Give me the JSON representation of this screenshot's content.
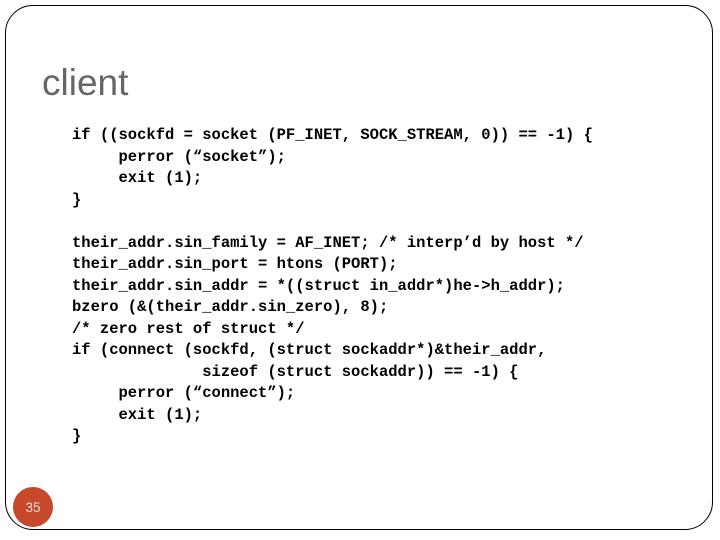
{
  "slide": {
    "title": "client",
    "page_number": "35",
    "code_lines": [
      "if ((sockfd = socket (PF_INET, SOCK_STREAM, 0)) == -1) {",
      "     perror (“socket”);",
      "     exit (1);",
      "}",
      "",
      "their_addr.sin_family = AF_INET; /* interp’d by host */",
      "their_addr.sin_port = htons (PORT);",
      "their_addr.sin_addr = *((struct in_addr*)he->h_addr);",
      "bzero (&(their_addr.sin_zero), 8);",
      "/* zero rest of struct */",
      "if (connect (sockfd, (struct sockaddr*)&their_addr,",
      "              sizeof (struct sockaddr)) == -1) {",
      "     perror (“connect”);",
      "     exit (1);",
      "}"
    ],
    "colors": {
      "background": "#ffffff",
      "frame_border": "#000000",
      "title": "#666666",
      "code_text": "#000000",
      "badge_bg": "#c5492a",
      "badge_text": "#e8ddd5"
    }
  }
}
